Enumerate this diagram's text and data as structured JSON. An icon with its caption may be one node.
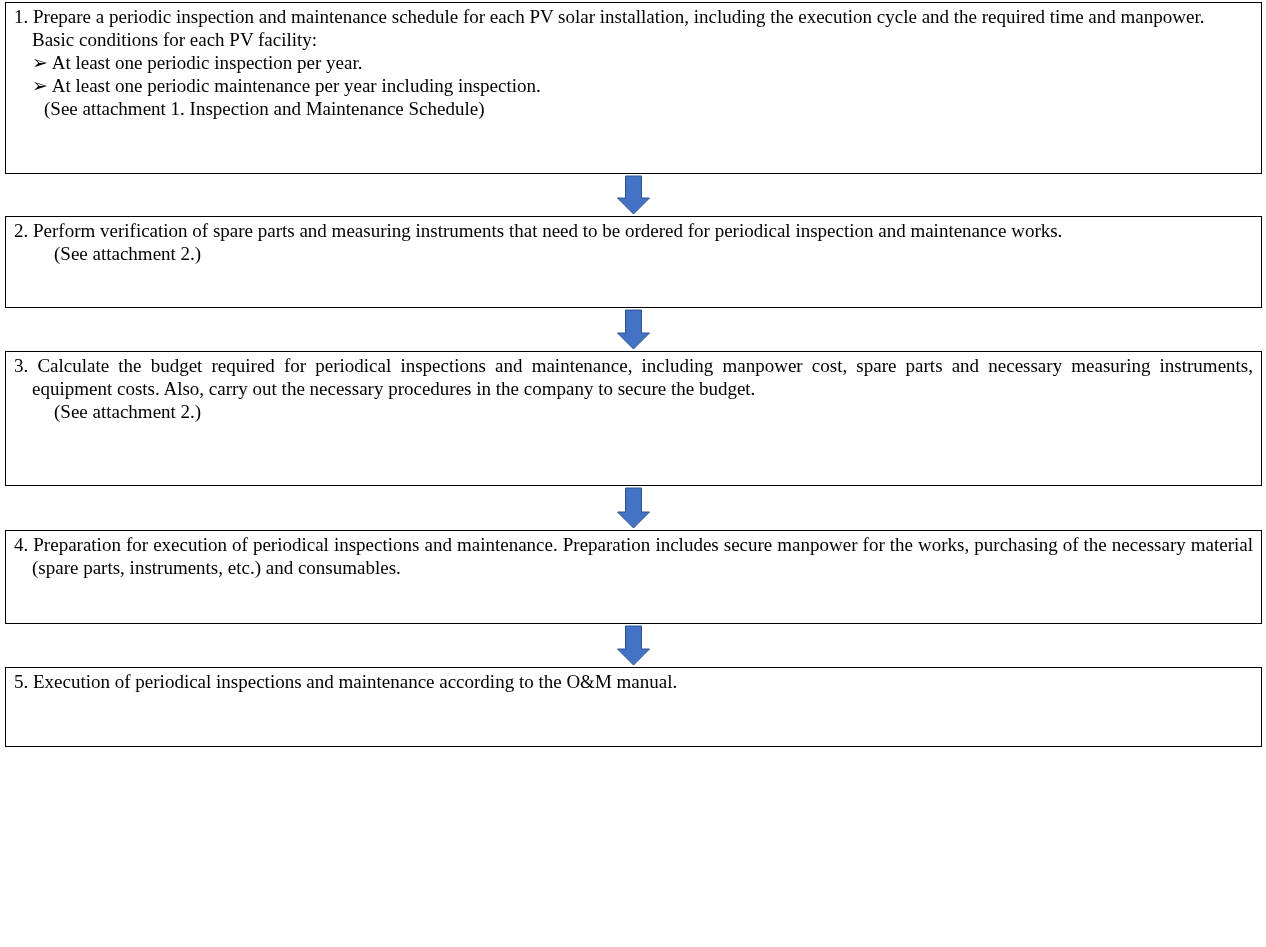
{
  "diagram": {
    "nodes": [
      {
        "text": [
          "1. Prepare a periodic inspection and maintenance schedule for each PV solar installation, including the execution cycle and the required time and manpower.",
          "Basic conditions for each PV facility:",
          "➢ At least one periodic inspection per year.",
          "➢ At least one periodic maintenance per year including inspection.",
          "(See attachment 1. Inspection and Maintenance Schedule)"
        ]
      },
      {
        "text": [
          "2. Perform verification of spare parts and measuring instruments that need to be ordered for periodical inspection and maintenance works.",
          "(See attachment 2.)"
        ]
      },
      {
        "text": [
          "3. Calculate the budget required for periodical inspections and maintenance, including manpower cost, spare parts and necessary measuring instruments, equipment costs. Also, carry out the necessary procedures in the company to secure the budget.",
          "(See attachment 2.)"
        ]
      },
      {
        "text": [
          "4. Preparation for execution of periodical inspections and maintenance. Preparation includes secure manpower for the works, purchasing of the necessary material (spare parts, instruments, etc.) and consumables."
        ]
      },
      {
        "text": [
          "5. Execution of periodical inspections and maintenance according to the O&M manual."
        ]
      }
    ],
    "edges": [
      {
        "from": 0,
        "to": 1,
        "arrow": "to",
        "style": "thick"
      },
      {
        "from": 1,
        "to": 2,
        "arrow": "to",
        "style": "thick"
      },
      {
        "from": 2,
        "to": 3,
        "arrow": "to",
        "style": "thick"
      },
      {
        "from": 3,
        "to": 4,
        "arrow": "to",
        "style": "thick"
      }
    ]
  }
}
